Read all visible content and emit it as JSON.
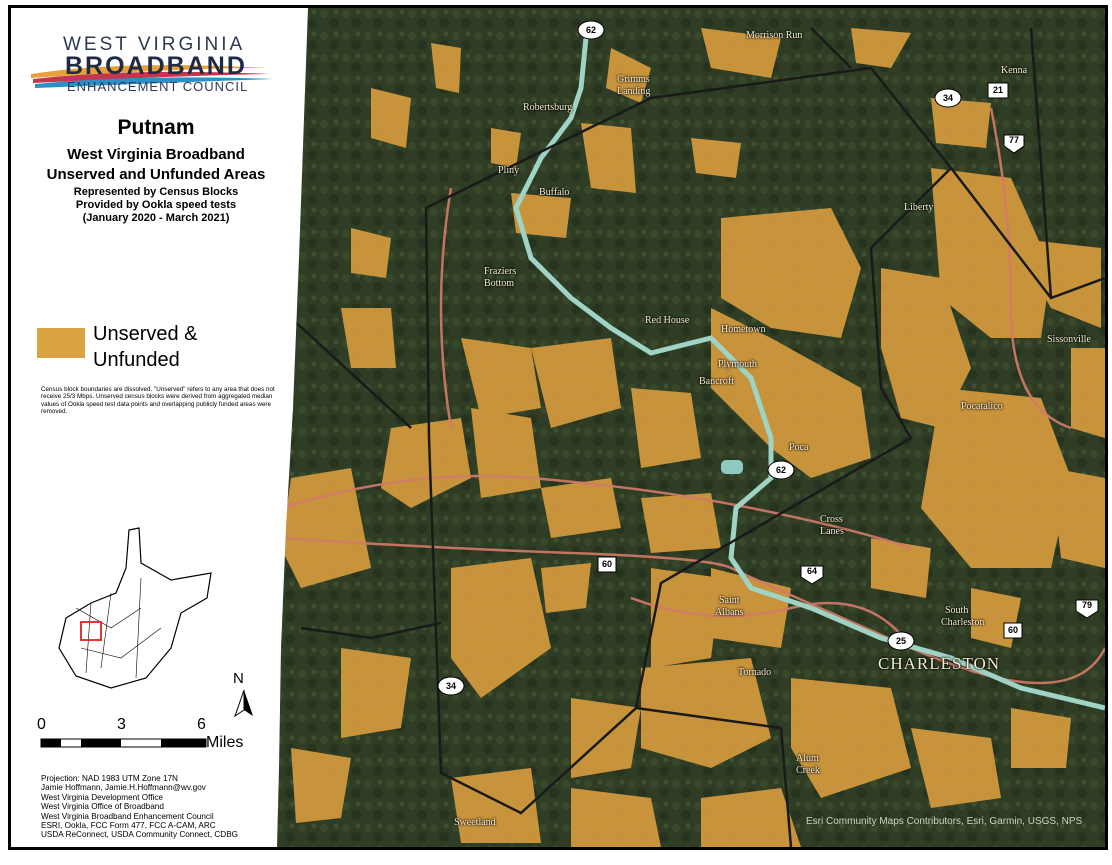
{
  "logo": {
    "line1": "WEST VIRGINIA",
    "line2": "BROADBAND",
    "line3": "ENHANCEMENT COUNCIL"
  },
  "title": "Putnam",
  "subtitle": [
    "West Virginia Broadband",
    "Unserved and Unfunded Areas"
  ],
  "description": [
    "Represented by Census Blocks",
    "Provided by Ookla speed tests",
    "(January 2020 - March 2021)"
  ],
  "legend": {
    "label_lines": [
      "Unserved &",
      "Unfunded"
    ],
    "color": "#d9a441"
  },
  "note": "Census block boundaries are dissolved. \"Unserved\" refers to any area that does not receive 25/3 Mbps. Unserved census blocks were derived from aggregated median values of Ookla speed test data points and overlapping publicly funded areas were removed.",
  "scale": {
    "ticks": [
      "0",
      "3",
      "6"
    ],
    "unit": "Miles"
  },
  "north": "N",
  "credits": [
    "Projection: NAD 1983 UTM Zone 17N",
    "Jamie Hoffmann, Jamie.H.Hoffmann@wv.gov",
    "West Virginia Development Office",
    "West Virginia Office of Broadband",
    "West Virginia Broadband Enhancement Council",
    "ESRI, Ookla, FCC Form 477, FCC A-CAM, ARC",
    "USDA ReConnect, USDA Community Connect, CDBG"
  ],
  "places": {
    "morrison": "Morrison Run",
    "grimms1": "Grimms",
    "grimms2": "Landing",
    "robertsburg": "Robertsburg",
    "kenna": "Kenna",
    "plimy": "Pliny",
    "buffalo": "Buffalo",
    "liberty": "Liberty",
    "fraziers1": "Fraziers",
    "fraziers2": "Bottom",
    "redhouse": "Red House",
    "hometown": "Hometown",
    "plymouth": "Plymouth",
    "bancroft": "Bancroft",
    "sissonville": "Sissonville",
    "pocatalico": "Pocatalico",
    "poca": "Poca",
    "cross1": "Cross",
    "cross2": "Lanes",
    "saint1": "Saint",
    "saint2": "Albans",
    "south1": "South",
    "south2": "Charleston",
    "charleston": "CHARLESTON",
    "tornado": "Tornado",
    "alum1": "Alum",
    "alum2": "Creek",
    "sweetland": "Sweetland"
  },
  "routes": {
    "r62a": "62",
    "r62b": "62",
    "r34a": "34",
    "r34b": "34",
    "r21": "21",
    "r77": "77",
    "r60a": "60",
    "r60b": "60",
    "r64": "64",
    "r25": "25",
    "r79": "79"
  },
  "attribution": "Esri Community Maps Contributors, Esri, Garmin, USGS, NPS"
}
